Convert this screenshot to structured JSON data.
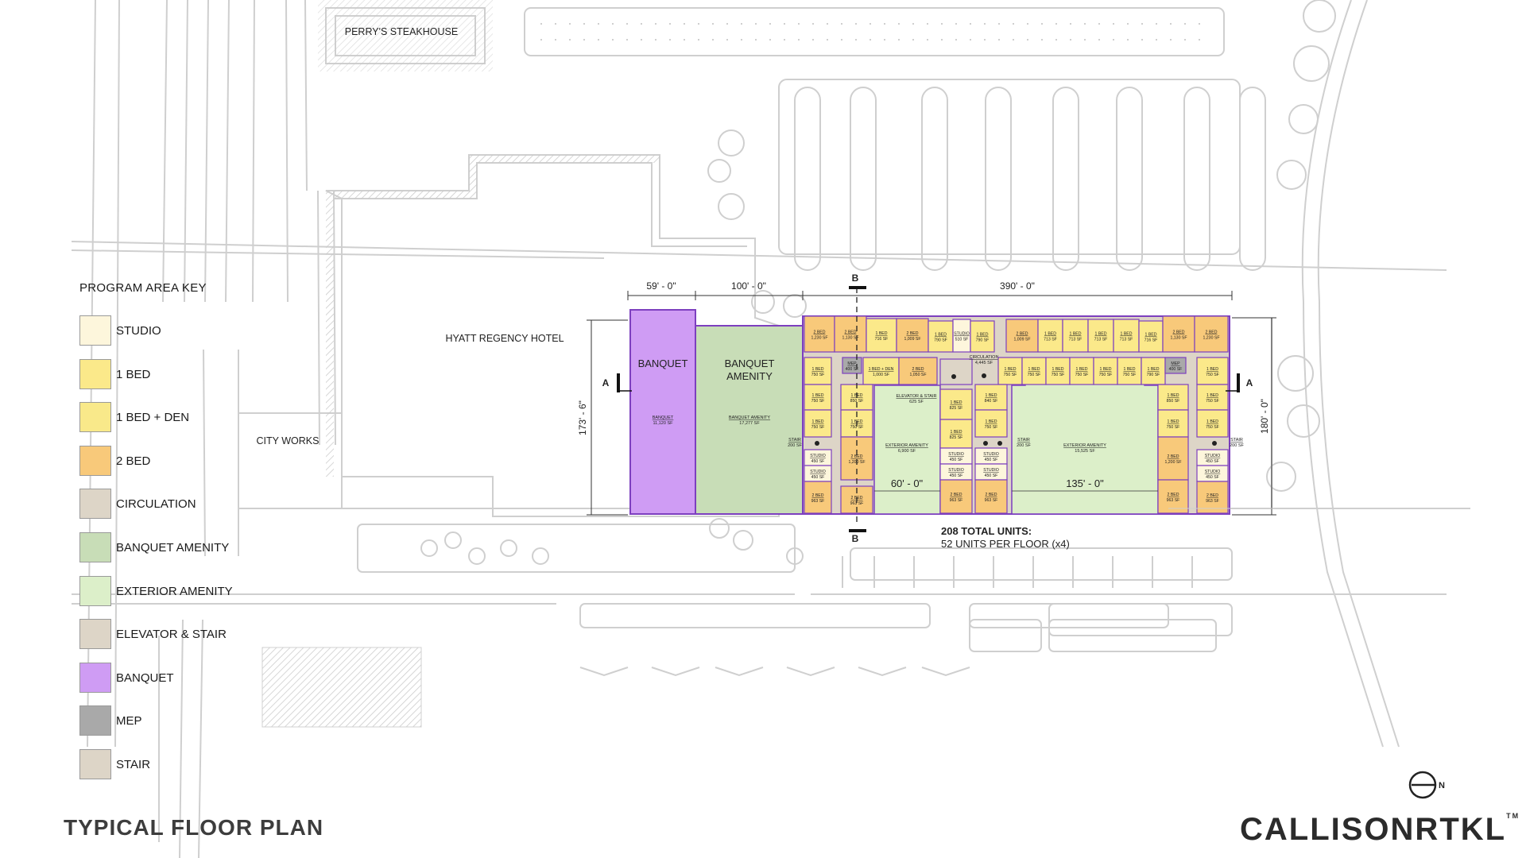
{
  "plan_title": "TYPICAL FLOOR PLAN",
  "brand": "CALLISONRTKL",
  "brand_tm": "TM",
  "north_label": "N",
  "legend": {
    "title": "PROGRAM AREA KEY",
    "items": [
      {
        "label": "STUDIO",
        "color": "#fdf6dc"
      },
      {
        "label": "1 BED",
        "color": "#fbe98a"
      },
      {
        "label": "1 BED + DEN",
        "color": "#f9e98a"
      },
      {
        "label": "2 BED",
        "color": "#f8c97a"
      },
      {
        "label": "CIRCULATION",
        "color": "#ddd5c7"
      },
      {
        "label": "BANQUET AMENITY",
        "color": "#c8ddb7"
      },
      {
        "label": "EXTERIOR AMENITY",
        "color": "#dcefc9"
      },
      {
        "label": "ELEVATOR & STAIR",
        "color": "#ddd5c7"
      },
      {
        "label": "BANQUET",
        "color": "#cf9cf4"
      },
      {
        "label": "MEP",
        "color": "#a9a9a9"
      },
      {
        "label": "STAIR",
        "color": "#ddd5c7"
      }
    ]
  },
  "site_labels": {
    "perrys": "PERRY'S STEAKHOUSE",
    "hyatt": "HYATT REGENCY HOTEL",
    "city_works": "CITY WORKS"
  },
  "dimensions": {
    "d59": "59' - 0\"",
    "d100": "100' - 0\"",
    "d390": "390' - 0\"",
    "d173": "173' - 6\"",
    "d180": "180' - 0\"",
    "d60": "60' - 0\"",
    "d135": "135' - 0\""
  },
  "section_marks": {
    "a": "A",
    "b": "B"
  },
  "totals": {
    "line1": "208 TOTAL UNITS:",
    "line2": "52 UNITS PER FLOOR (x4)"
  },
  "blocks": {
    "banquet": {
      "name": "BANQUET",
      "sub": "BANQUET",
      "area": "11,120 SF"
    },
    "banquet_amenity": {
      "name1": "BANQUET",
      "name2": "AMENITY",
      "sub": "BANQUET AMENITY",
      "area": "17,277 SF"
    },
    "circulation": {
      "name": "CIRCULATION",
      "area": "4,445 SF"
    },
    "ext_amenity_left": {
      "name": "EXTERIOR AMENITY",
      "area": "6,900 SF"
    },
    "ext_amenity_right": {
      "name": "EXTERIOR AMENITY",
      "area": "15,525 SF"
    },
    "elev_stair": {
      "name": "ELEVATOR & STAIR",
      "area": "625 SF"
    },
    "stair_left": {
      "name": "STAIR",
      "area": "200 SF"
    },
    "stair_mid": {
      "name": "STAIR",
      "area": "200 SF"
    },
    "stair_right": {
      "name": "STAIR",
      "area": "200 SF"
    }
  },
  "unit_types": {
    "studio": "STUDIO",
    "bed1": "1 BED",
    "bed1den": "1 BED + DEN",
    "bed2": "2 BED",
    "mep": "MEP"
  },
  "unit_areas": {
    "a1230": "1,230 SF",
    "a1130": "1,130 SF",
    "a716": "716 SF",
    "a1009": "1,009 SF",
    "a790": "790 SF",
    "a510": "510 SF",
    "a713": "713 SF",
    "a750": "750 SF",
    "a400": "400 SF",
    "a1000": "1,000 SF",
    "a1050": "1,050 SF",
    "a825": "825 SF",
    "a840": "840 SF",
    "a850": "850 SF",
    "a450": "450 SF",
    "a1200": "1,200 SF",
    "a963": "963 SF"
  }
}
